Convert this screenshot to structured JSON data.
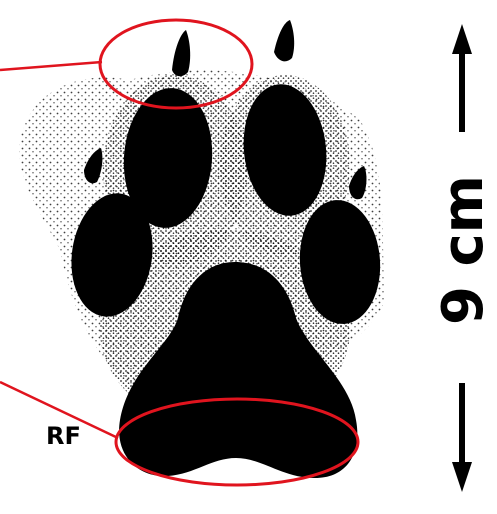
{
  "foot_label": "RF",
  "scale_label": "9 cm",
  "colors": {
    "background": "#ffffff",
    "pad": "#000000",
    "stipple": "#000000",
    "highlight": "#e0141e"
  },
  "callouts": [
    {
      "name": "claw-highlight"
    },
    {
      "name": "heel-highlight"
    }
  ]
}
